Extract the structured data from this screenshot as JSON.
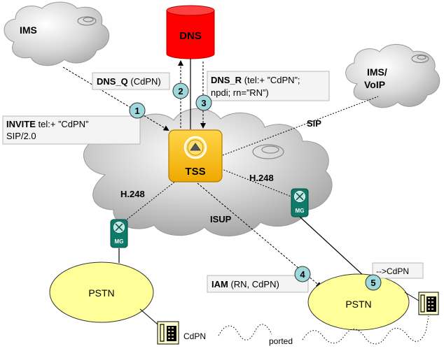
{
  "nodes": {
    "ims_cloud": "IMS",
    "ims_voip_cloud": [
      "IMS/",
      "VoIP"
    ],
    "dns": "DNS",
    "tss": "TSS",
    "mg": "MG",
    "pstn": "PSTN"
  },
  "links": {
    "sip": "SIP",
    "h248": "H.248",
    "isup": "ISUP"
  },
  "steps": [
    "1",
    "2",
    "3",
    "4",
    "5"
  ],
  "messages": {
    "invite": {
      "bold": "INVITE",
      "line1": " tel:+ ”CdPN”",
      "line2": "SIP/2.0"
    },
    "dns_q": {
      "bold": "DNS_Q",
      "rest": " (CdPN)"
    },
    "dns_r": {
      "bold": "DNS_R",
      "line1": " (tel:+ ”CdPN”;",
      "line2": "npdi; rn=”RN”)"
    },
    "iam": {
      "bold": "IAM",
      "rest": " (RN, CdPN)"
    },
    "cdpn_arrow": "-->CdPN"
  },
  "labels": {
    "cdpn": "CdPN",
    "ported": "ported"
  },
  "colors": {
    "dns_red": "#ff0000",
    "tss_gold": "#ffc000",
    "pstn_yellow": "#ffff99",
    "mg_teal": "#0e7a6a",
    "step_teal": "#9fd8dc",
    "cloud_grey": "#c8c8c8"
  },
  "icons": [
    "cloud-icon",
    "database-icon",
    "media-gateway-icon",
    "telephone-icon",
    "triangle-icon"
  ]
}
